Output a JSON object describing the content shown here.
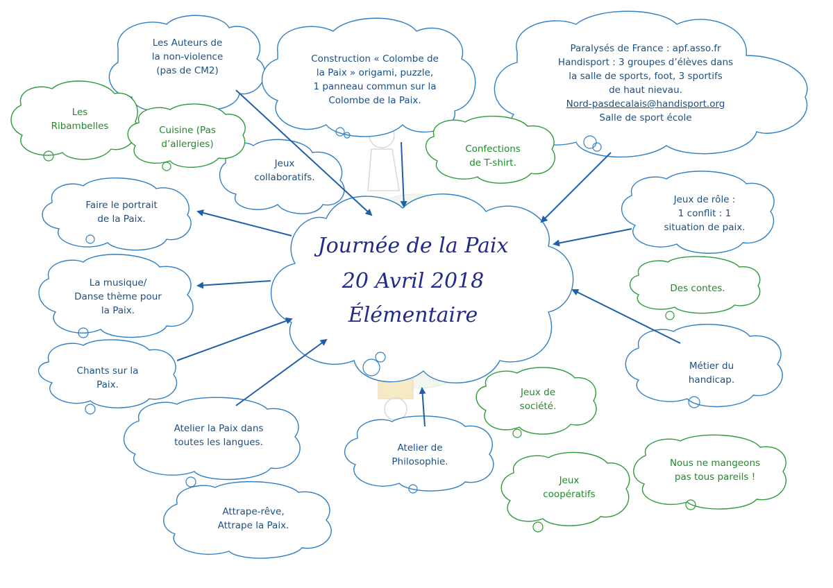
{
  "title": {
    "line1": "Journée de la Paix",
    "line2": "20 Avril 2018",
    "line3": "Élémentaire"
  },
  "nodes": {
    "auteurs": [
      "Les Auteurs de",
      "la non-violence",
      "(pas de CM2)"
    ],
    "colombe": [
      "Construction « Colombe de",
      "la Paix » origami, puzzle,",
      "1 panneau commun sur la",
      "Colombe de la Paix."
    ],
    "apf": [
      "Paralysés de France : apf.asso.fr",
      "Handisport : 3 groupes d’élèves dans",
      "la salle de sports, foot, 3 sportifs",
      "de haut nievau."
    ],
    "apf_email": "Nord-pasdecalais@handisport.org",
    "apf_last": "Salle de sport école",
    "ribambelles": [
      "Les",
      "Ribambelles"
    ],
    "cuisine": [
      "Cuisine (Pas",
      "d’allergies)"
    ],
    "collaboratifs": [
      "Jeux",
      "collaboratifs."
    ],
    "tshirt": [
      "Confections",
      "de T-shirt."
    ],
    "portrait": [
      "Faire le portrait",
      "de la Paix."
    ],
    "jeux_role": [
      "Jeux de rôle :",
      "1 conflit : 1",
      "situation de paix."
    ],
    "musique": [
      "La musique/",
      "Danse thème pour",
      "la Paix."
    ],
    "contes": [
      "Des contes."
    ],
    "chants": [
      "Chants sur la",
      "Paix."
    ],
    "handicap": [
      "Métier du",
      "handicap."
    ],
    "societe": [
      "Jeux de",
      "société."
    ],
    "langues": [
      "Atelier la Paix dans",
      "toutes les langues."
    ],
    "philosophie": [
      "Atelier de",
      "Philosophie."
    ],
    "mangeons": [
      "Nous ne mangeons",
      "pas tous pareils !"
    ],
    "cooperatifs": [
      "Jeux",
      "coopératifs"
    ],
    "attrape": [
      "Attrape-rêve,",
      "Attrape la Paix."
    ]
  },
  "colors": {
    "blue_outline": "#2f7fc4",
    "green_outline": "#2e9a3a",
    "blue_text": "#1a4f86",
    "green_text": "#1e8a2a",
    "title_text": "#222a88",
    "arrow": "#1f5fa8"
  }
}
